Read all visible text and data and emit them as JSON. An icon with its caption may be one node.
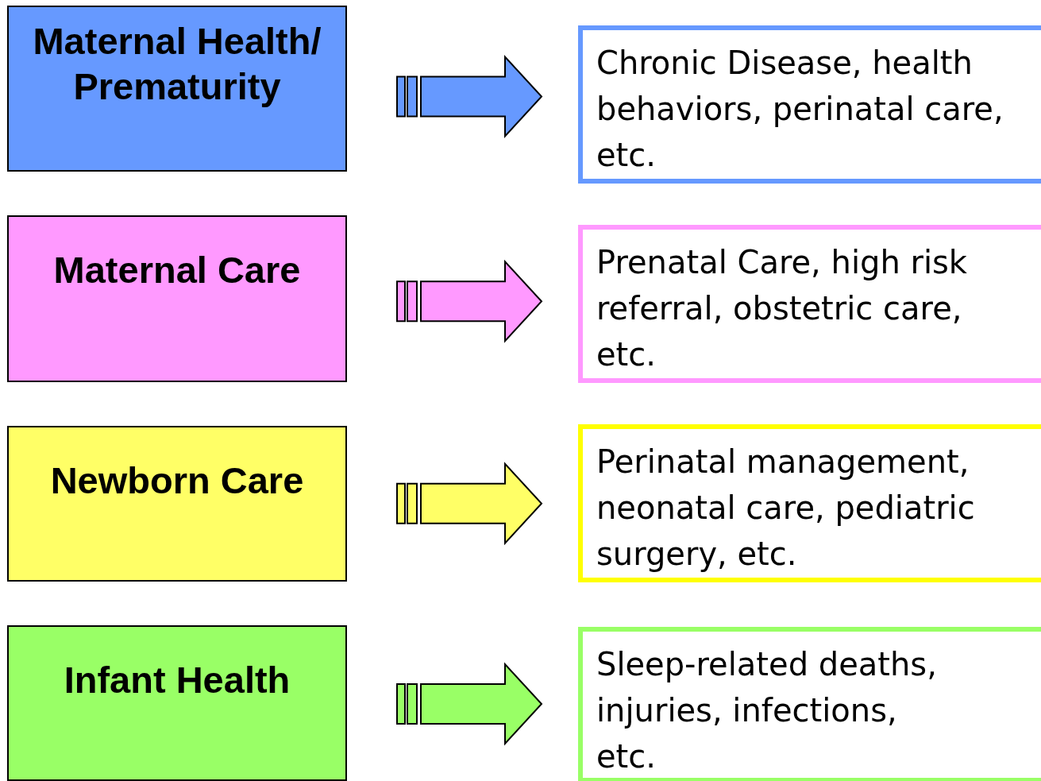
{
  "diagram": {
    "nodes": [
      {
        "text": [
          "Maternal Health/ Prematurity"
        ]
      },
      {
        "text": [
          "Chronic Disease, health behaviors, perinatal care, etc."
        ]
      },
      {
        "text": [
          "Maternal Care"
        ]
      },
      {
        "text": [
          "Prenatal Care, high risk referral, obstetric care, etc."
        ]
      },
      {
        "text": [
          "Newborn Care"
        ]
      },
      {
        "text": [
          "Perinatal management, neonatal care, pediatric surgery, etc."
        ]
      },
      {
        "text": [
          "Infant Health"
        ]
      },
      {
        "text": [
          "Sleep-related deaths, injuries, infections, etc."
        ]
      }
    ],
    "edges": [
      {
        "from": 0,
        "to": 1,
        "arrow": "to",
        "color": "#6699ff"
      },
      {
        "from": 2,
        "to": 3,
        "arrow": "to",
        "color": "#ff99ff"
      },
      {
        "from": 4,
        "to": 5,
        "arrow": "to",
        "color": "#ffff66"
      },
      {
        "from": 6,
        "to": 7,
        "arrow": "to",
        "color": "#99ff66"
      }
    ]
  }
}
